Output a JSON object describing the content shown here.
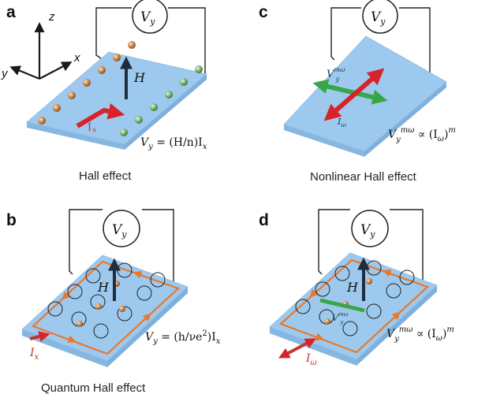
{
  "panels": {
    "a": {
      "label": "a",
      "caption": "Hall effect",
      "voltmeter": "V",
      "voltmeter_sub": "y",
      "field": "H",
      "current": "I",
      "current_sub": "x",
      "axes": {
        "z": "z",
        "x": "x",
        "y": "y"
      },
      "equation": {
        "lhs": "V",
        "lhs_sub": "y",
        "rhs": " = (H/n)I",
        "rhs_sub": "x"
      }
    },
    "b": {
      "label": "b",
      "caption": "Quantum Hall effect",
      "voltmeter": "V",
      "voltmeter_sub": "y",
      "field": "H",
      "current": "I",
      "current_sub": "x",
      "equation": {
        "lhs": "V",
        "lhs_sub": "y",
        "rhs": " = (h/νe",
        "rhs_sup": "2",
        "rhs_tail": ")I",
        "rhs_sub": "x"
      }
    },
    "c": {
      "label": "c",
      "caption": "Nonlinear Hall effect",
      "voltmeter": "V",
      "voltmeter_sub": "y",
      "signal": "V",
      "signal_sub": "y",
      "signal_sup": "mω",
      "current": "I",
      "current_sub": "ω",
      "equation": {
        "lhs": "V",
        "lhs_sub": "y",
        "lhs_sup": "mω",
        "rhs": " ∝ (I",
        "rhs_sub": "ω",
        "rhs_tail": ")",
        "rhs_sup": "m"
      }
    },
    "d": {
      "label": "d",
      "voltmeter": "V",
      "voltmeter_sub": "y",
      "field": "H",
      "signal": "V",
      "signal_sub": "y",
      "signal_sup": "mω",
      "current": "I",
      "current_sub": "ω",
      "equation": {
        "lhs": "V",
        "lhs_sub": "y",
        "lhs_sup": "mω",
        "rhs": " ∝ (I",
        "rhs_sub": "ω",
        "rhs_tail": ")",
        "rhs_sup": "m"
      }
    }
  },
  "colors": {
    "slab": "#9ec9ee",
    "current_arrow": "#d9232b",
    "signal_arrow": "#3aa64a",
    "edge_state": "#e8782a",
    "electron": "#c98a52",
    "hole": "#6fa86a"
  }
}
